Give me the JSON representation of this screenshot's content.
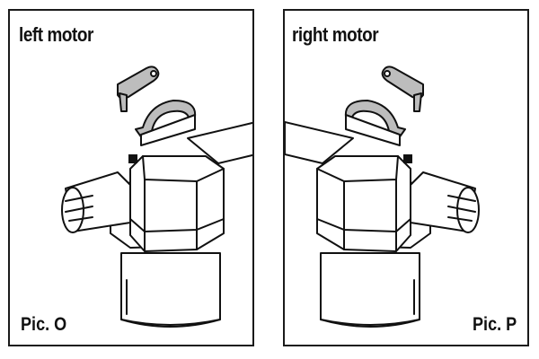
{
  "panels": [
    {
      "title": "left motor",
      "caption": "Pic. O"
    },
    {
      "title": "right motor",
      "caption": "Pic. P"
    }
  ]
}
